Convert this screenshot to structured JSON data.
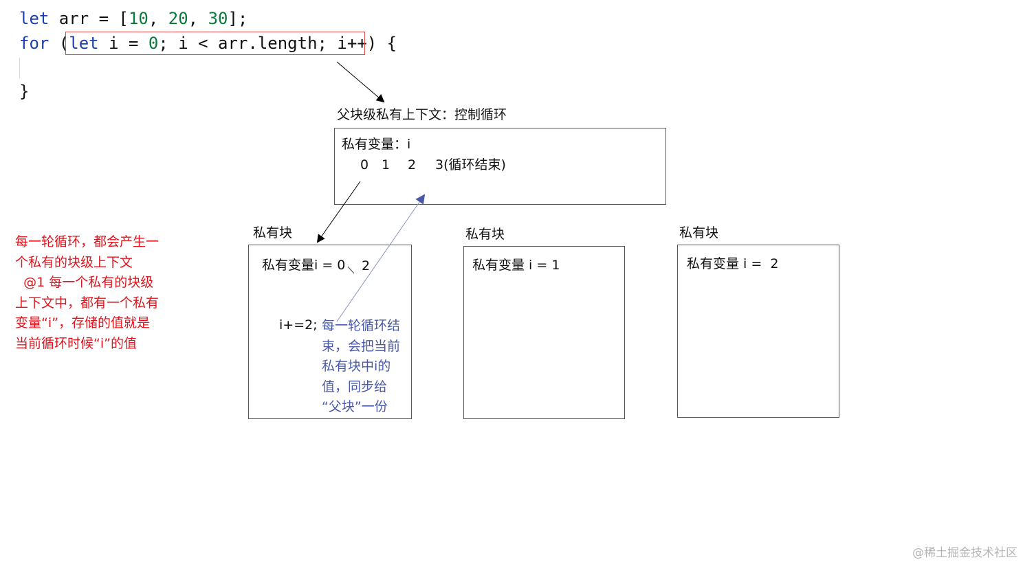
{
  "code": {
    "line1": {
      "kw": "let",
      "mid": " arr = [",
      "n1": "10",
      "c1": ", ",
      "n2": "20",
      "c2": ", ",
      "n3": "30",
      "end": "];"
    },
    "line2": {
      "kw": "for",
      "open": " (",
      "let": "let",
      "a": " i = ",
      "zero": "0",
      "b": "; i < arr.length; i++",
      "close": ") {"
    },
    "line4": "}"
  },
  "parent": {
    "title": "父块级私有上下文：控制循环",
    "var_label": "私有变量：i",
    "values": [
      "0",
      "1",
      "2",
      "3(循环结束)"
    ]
  },
  "blocks": [
    {
      "title": "私有块",
      "content": "私有变量i = 0",
      "extra": "2",
      "step": "i+=2;"
    },
    {
      "title": "私有块",
      "content": "私有变量 i = 1"
    },
    {
      "title": "私有块",
      "content": "私有变量 i =  2"
    }
  ],
  "red_note": [
    "每一轮循环，都会产生一",
    "个私有的块级上下文",
    "  @1 每一个私有的块级",
    "上下文中，都有一个私有",
    "变量“i”，存储的值就是",
    "当前循环时候“i”的值"
  ],
  "blue_note": [
    "每一轮循环结",
    "束，会把当前",
    "私有块中i的",
    "值，同步给",
    "“父块”一份"
  ],
  "watermark": "@稀土掘金技术社区",
  "colors": {
    "red": "#e0141d",
    "blue": "#4a5aa8",
    "keyword": "#1a3fb0",
    "number": "#0a7a3a"
  }
}
